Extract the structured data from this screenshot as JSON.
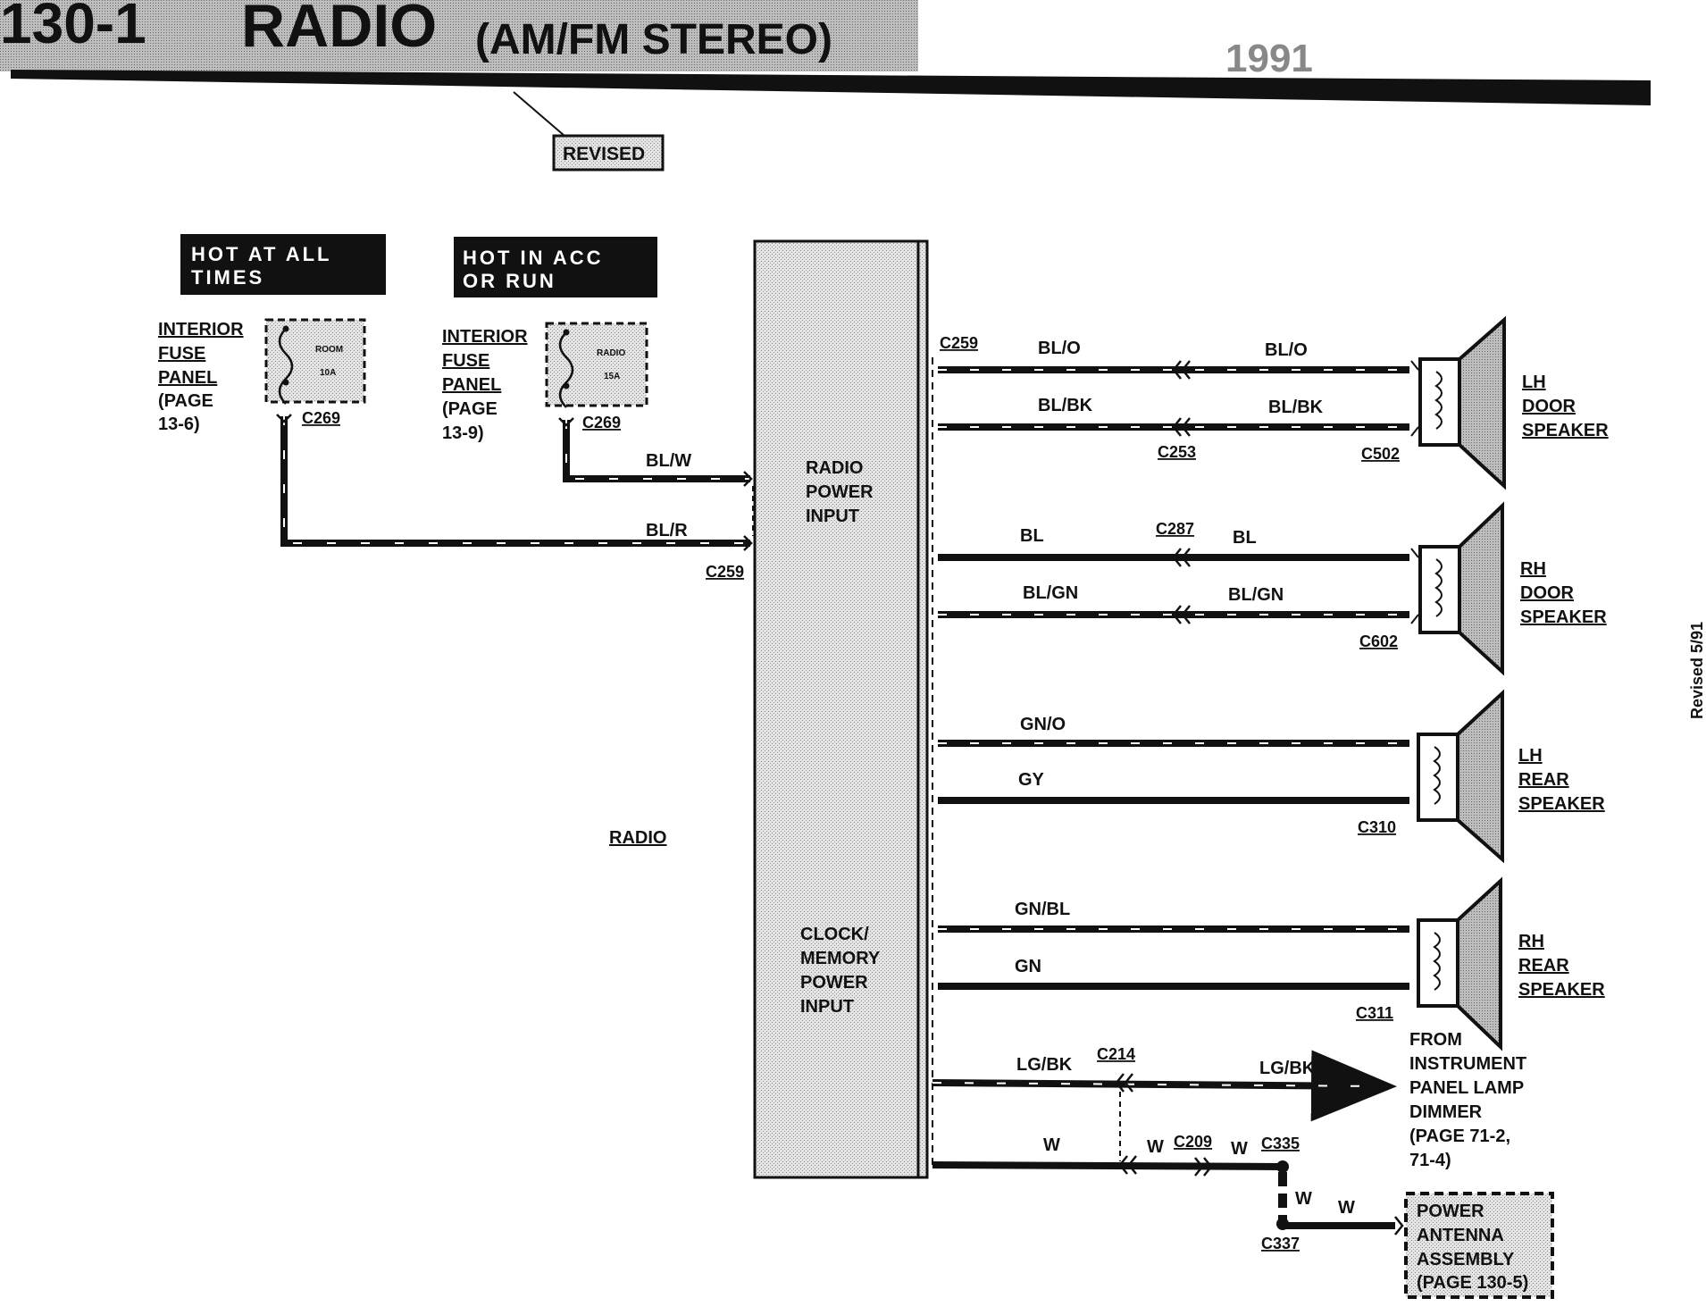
{
  "header": {
    "page_number": "130-1",
    "title": "RADIO",
    "subtitle": "(AM/FM STEREO)",
    "year": "1991",
    "revised_tag": "REVISED",
    "revised_side_note": "Revised 5/91"
  },
  "power": {
    "hot_all_times": [
      "HOT AT ALL",
      "TIMES"
    ],
    "hot_acc_run": [
      "HOT IN ACC",
      "OR RUN"
    ]
  },
  "fuse_panels": [
    {
      "lines": [
        "INTERIOR",
        "FUSE",
        "PANEL",
        "(PAGE",
        "13-6)"
      ],
      "fuse_name": "ROOM",
      "fuse_rating": "10A",
      "connector": "C269"
    },
    {
      "lines": [
        "INTERIOR",
        "FUSE",
        "PANEL",
        "(PAGE",
        "13-9)"
      ],
      "fuse_name": "RADIO",
      "fuse_rating": "15A",
      "connector": "C269"
    }
  ],
  "radio": {
    "label": "RADIO",
    "power_input": [
      "RADIO",
      "POWER",
      "INPUT"
    ],
    "clock_input": [
      "CLOCK/",
      "MEMORY",
      "POWER",
      "INPUT"
    ]
  },
  "input_wires": {
    "acc_wire": "BL/W",
    "batt_wire": "BL/R",
    "connector": "C259"
  },
  "speaker_circuits": {
    "radio_connector": "C259",
    "inline_connector_lh": "C253",
    "inline_connector_rh": "C287",
    "lh_door": {
      "wire1": "BL/O",
      "wire1b": "BL/O",
      "wire2": "BL/BK",
      "wire2b": "BL/BK",
      "connector": "C502",
      "label": [
        "LH",
        "DOOR",
        "SPEAKER"
      ]
    },
    "rh_door": {
      "wire1": "BL",
      "wire1b": "BL",
      "wire2": "BL/GN",
      "wire2b": "BL/GN",
      "connector": "C602",
      "label": [
        "RH",
        "DOOR",
        "SPEAKER"
      ]
    },
    "lh_rear": {
      "wire1": "GN/O",
      "wire2": "GY",
      "connector": "C310",
      "label": [
        "LH",
        "REAR",
        "SPEAKER"
      ]
    },
    "rh_rear": {
      "wire1": "GN/BL",
      "wire2": "GN",
      "connector": "C311",
      "label": [
        "RH",
        "REAR",
        "SPEAKER"
      ]
    }
  },
  "dimmer": {
    "wire": "LG/BK",
    "wire_b": "LG/BK",
    "connector": "C214",
    "label": [
      "FROM",
      "INSTRUMENT",
      "PANEL LAMP",
      "DIMMER",
      "(PAGE 71-2,",
      "71-4)"
    ]
  },
  "antenna": {
    "wire": "W",
    "wire_b": "W",
    "wire_c": "W",
    "wire_d": "W",
    "wire_e": "W",
    "connector_c209": "C209",
    "connector_c335": "C335",
    "connector_c337": "C337",
    "label": [
      "POWER",
      "ANTENNA",
      "ASSEMBLY",
      "(PAGE 130-5)"
    ]
  }
}
